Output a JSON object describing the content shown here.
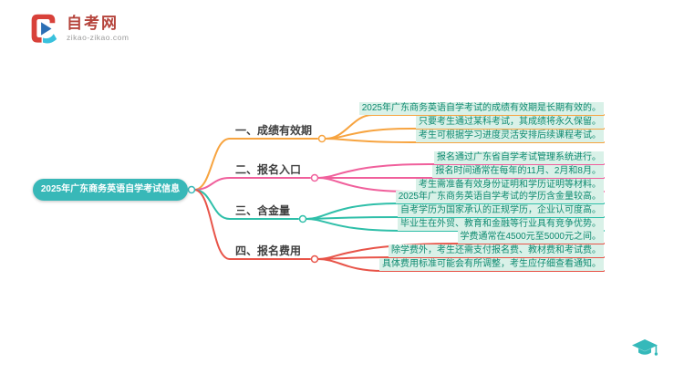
{
  "logo": {
    "title": "自考网",
    "subtitle": "zikao-zikao.com"
  },
  "root": {
    "label": "2025年广东商务英语自学考试信息",
    "color": "#38b8b8"
  },
  "branches": [
    {
      "label": "一、成绩有效期",
      "color": "#f7a440",
      "leaves": [
        "2025年广东商务英语自学考试的成绩有效期是长期有效的。",
        "只要考生通过某科考试，其成绩将永久保留。",
        "考生可根据学习进度灵活安排后续课程考试。"
      ]
    },
    {
      "label": "二、报名入口",
      "color": "#f0609c",
      "leaves": [
        "报名通过广东省自学考试管理系统进行。",
        "报名时间通常在每年的11月、2月和8月。",
        "考生需准备有效身份证明和学历证明等材料。"
      ]
    },
    {
      "label": "三、含金量",
      "color": "#2fbfa9",
      "leaves": [
        "2025年广东商务英语自学考试的学历含金量较高。",
        "自考学历为国家承认的正规学历，企业认可度高。",
        "毕业生在外贸、教育和金融等行业具有竞争优势。"
      ]
    },
    {
      "label": "四、报名费用",
      "color": "#e85449",
      "leaves": [
        "学费通常在4500元至5000元之间。",
        "除学费外，考生还需支付报名费、教材费和考试费。",
        "具体费用标准可能会有所调整，考生应仔细查看通知。"
      ]
    }
  ],
  "leaf_style": {
    "background": "#d9f1e8",
    "text_color": "#0e8a70"
  }
}
